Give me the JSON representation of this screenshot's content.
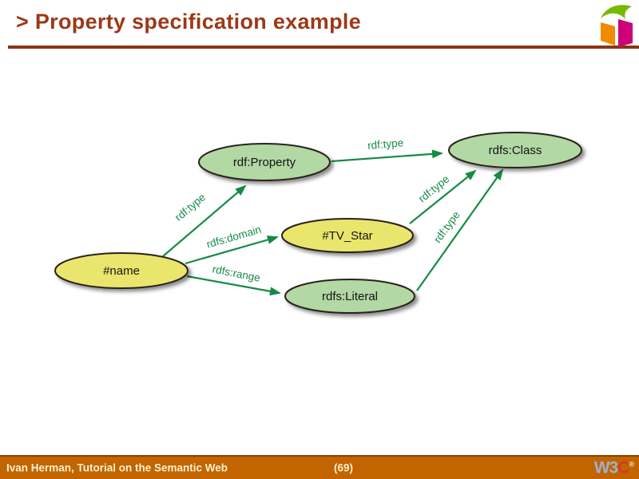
{
  "slide": {
    "title": "> Property specification example",
    "footer": {
      "author": "Ivan Herman, Tutorial on the Semantic Web",
      "page_number": "(69)",
      "w3c_logo": {
        "w3_part": "W3",
        "c_part": "C",
        "mark": "®"
      }
    }
  },
  "colors": {
    "title": "#9C3918",
    "rule": "#8A3514",
    "footer_bar": "#C26400",
    "footer_text": "#FBF2CF",
    "node_green": "#B2D8A4",
    "node_yellow": "#EAE66D",
    "node_stroke": "#2A241C",
    "arrow_green": "#168A45",
    "logo_orange": "#F08A00",
    "logo_magenta": "#CC0077",
    "logo_leaf_green": "#76B900"
  },
  "diagram": {
    "nodes": [
      {
        "id": "rdf-property",
        "label": "rdf:Property",
        "fill": "green"
      },
      {
        "id": "rdfs-class",
        "label": "rdfs:Class",
        "fill": "green"
      },
      {
        "id": "tv-star",
        "label": "#TV_Star",
        "fill": "yellow"
      },
      {
        "id": "name",
        "label": "#name",
        "fill": "yellow"
      },
      {
        "id": "rdfs-literal",
        "label": "rdfs:Literal",
        "fill": "green"
      }
    ],
    "edges": [
      {
        "label": "rdf:type",
        "from": "rdf-property",
        "to": "rdfs-class"
      },
      {
        "label": "rdf:type",
        "from": "name",
        "to": "rdf-property"
      },
      {
        "label": "rdfs:domain",
        "from": "name",
        "to": "tv-star"
      },
      {
        "label": "rdfs:range",
        "from": "name",
        "to": "rdfs-literal"
      },
      {
        "label": "rdf:type",
        "from": "tv-star",
        "to": "rdfs-class"
      },
      {
        "label": "rdf:type",
        "from": "rdfs-literal",
        "to": "rdfs-class"
      }
    ]
  }
}
